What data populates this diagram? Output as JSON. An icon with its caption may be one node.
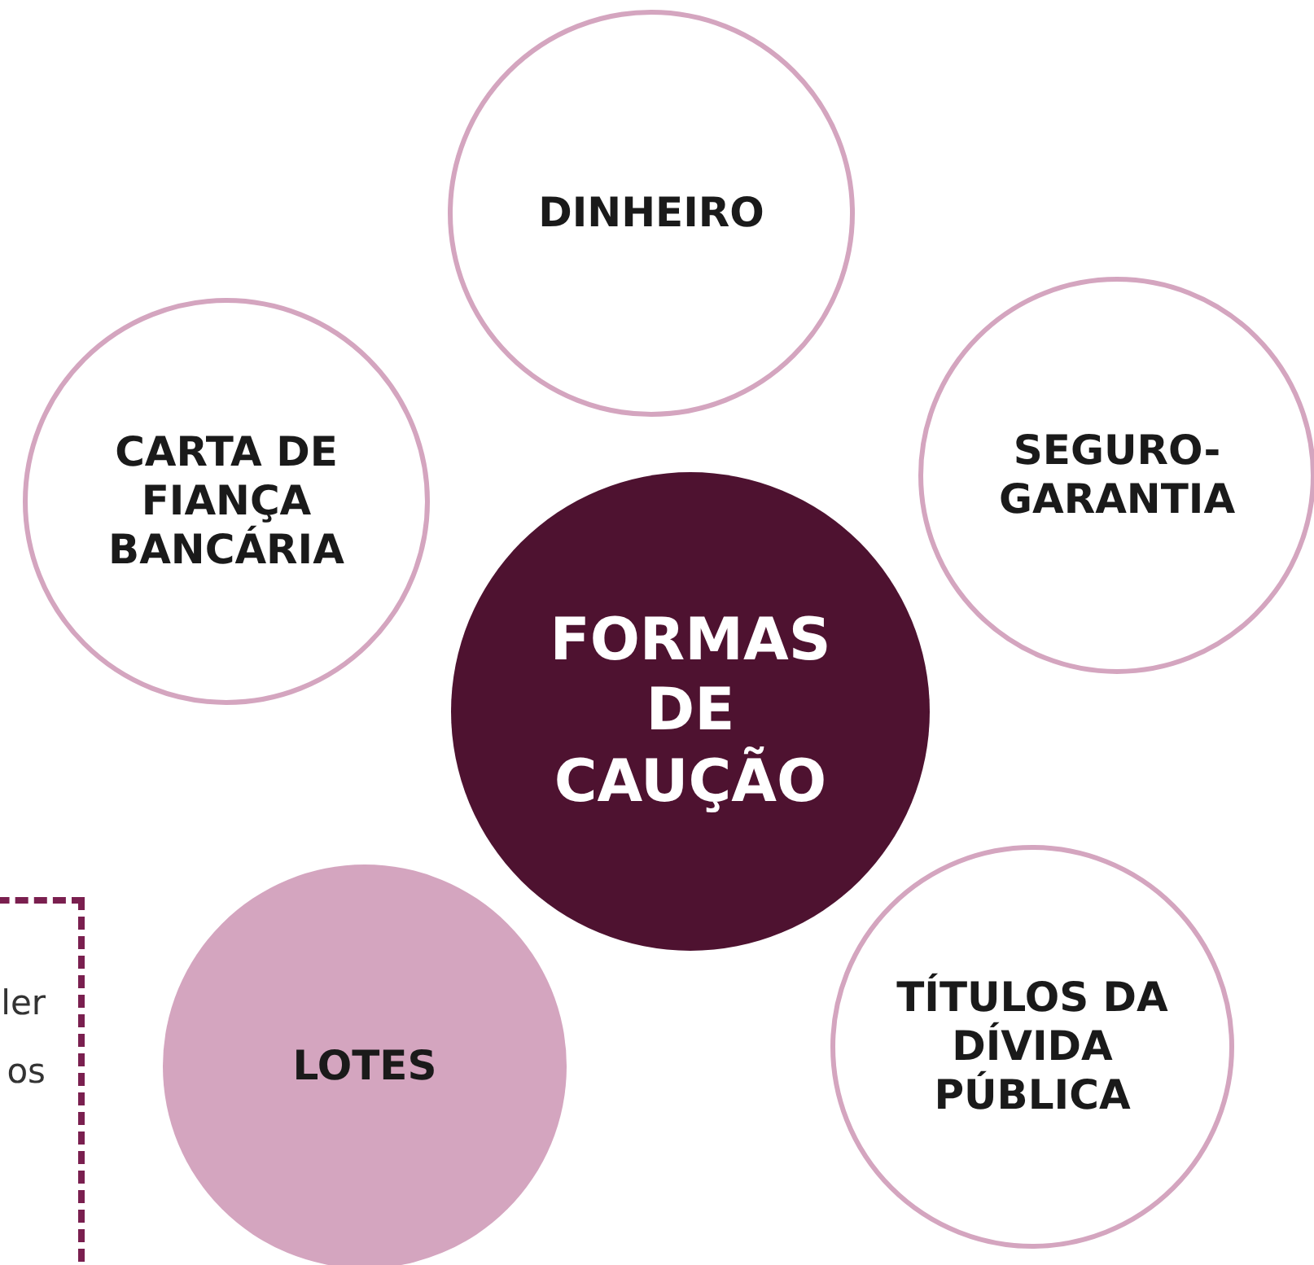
{
  "diagram": {
    "nodes": [
      {
        "text": [
          "DINHEIRO"
        ]
      },
      {
        "text": [
          "CARTA DE FIANÇA BANCÁRIA"
        ]
      },
      {
        "text": [
          "SEGURO-GARANTIA"
        ]
      },
      {
        "text": [
          "FORMAS DE CAUÇÃO"
        ]
      },
      {
        "text": [
          "LOTES"
        ]
      },
      {
        "text": [
          "ler",
          "os"
        ]
      },
      {
        "text": [
          "TÍTULOS DA DÍVIDA PÚBLICA"
        ]
      }
    ]
  }
}
